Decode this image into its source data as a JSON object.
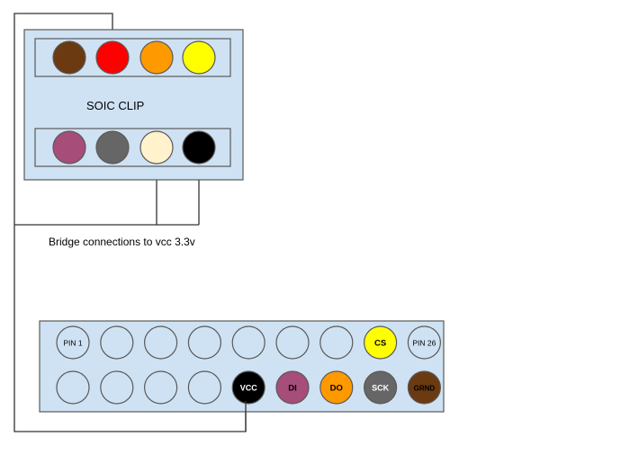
{
  "soic_clip": {
    "label": "SOIC CLIP",
    "top_row_colors": [
      "#6b3a10",
      "#ff0000",
      "#ff9900",
      "#ffff00"
    ],
    "bottom_row_colors": [
      "#a64d79",
      "#666666",
      "#fff2cc",
      "#000000"
    ]
  },
  "bridge_note": "Bridge connections to vcc 3.3v",
  "header": {
    "top_row": [
      {
        "label": "PIN 1",
        "color": "#cfe2f3",
        "text_color": "#000000"
      },
      {
        "label": "",
        "color": "#cfe2f3",
        "text_color": "#000000"
      },
      {
        "label": "",
        "color": "#cfe2f3",
        "text_color": "#000000"
      },
      {
        "label": "",
        "color": "#cfe2f3",
        "text_color": "#000000"
      },
      {
        "label": "",
        "color": "#cfe2f3",
        "text_color": "#000000"
      },
      {
        "label": "",
        "color": "#cfe2f3",
        "text_color": "#000000"
      },
      {
        "label": "",
        "color": "#cfe2f3",
        "text_color": "#000000"
      },
      {
        "label": "CS",
        "color": "#ffff00",
        "text_color": "#000000"
      },
      {
        "label": "PIN 26",
        "color": "#cfe2f3",
        "text_color": "#000000"
      }
    ],
    "bottom_row": [
      {
        "label": "",
        "color": "#cfe2f3",
        "text_color": "#000000"
      },
      {
        "label": "",
        "color": "#cfe2f3",
        "text_color": "#000000"
      },
      {
        "label": "",
        "color": "#cfe2f3",
        "text_color": "#000000"
      },
      {
        "label": "",
        "color": "#cfe2f3",
        "text_color": "#000000"
      },
      {
        "label": "VCC",
        "color": "#000000",
        "text_color": "#ffffff"
      },
      {
        "label": "DI",
        "color": "#a64d79",
        "text_color": "#000000"
      },
      {
        "label": "DO",
        "color": "#ff9900",
        "text_color": "#000000"
      },
      {
        "label": "SCK",
        "color": "#666666",
        "text_color": "#ffffff"
      },
      {
        "label": "GRND",
        "color": "#6b3a10",
        "text_color": "#000000"
      }
    ]
  },
  "colors": {
    "board_fill": "#cfe2f3",
    "stroke": "#595959",
    "wire": "#333333"
  }
}
